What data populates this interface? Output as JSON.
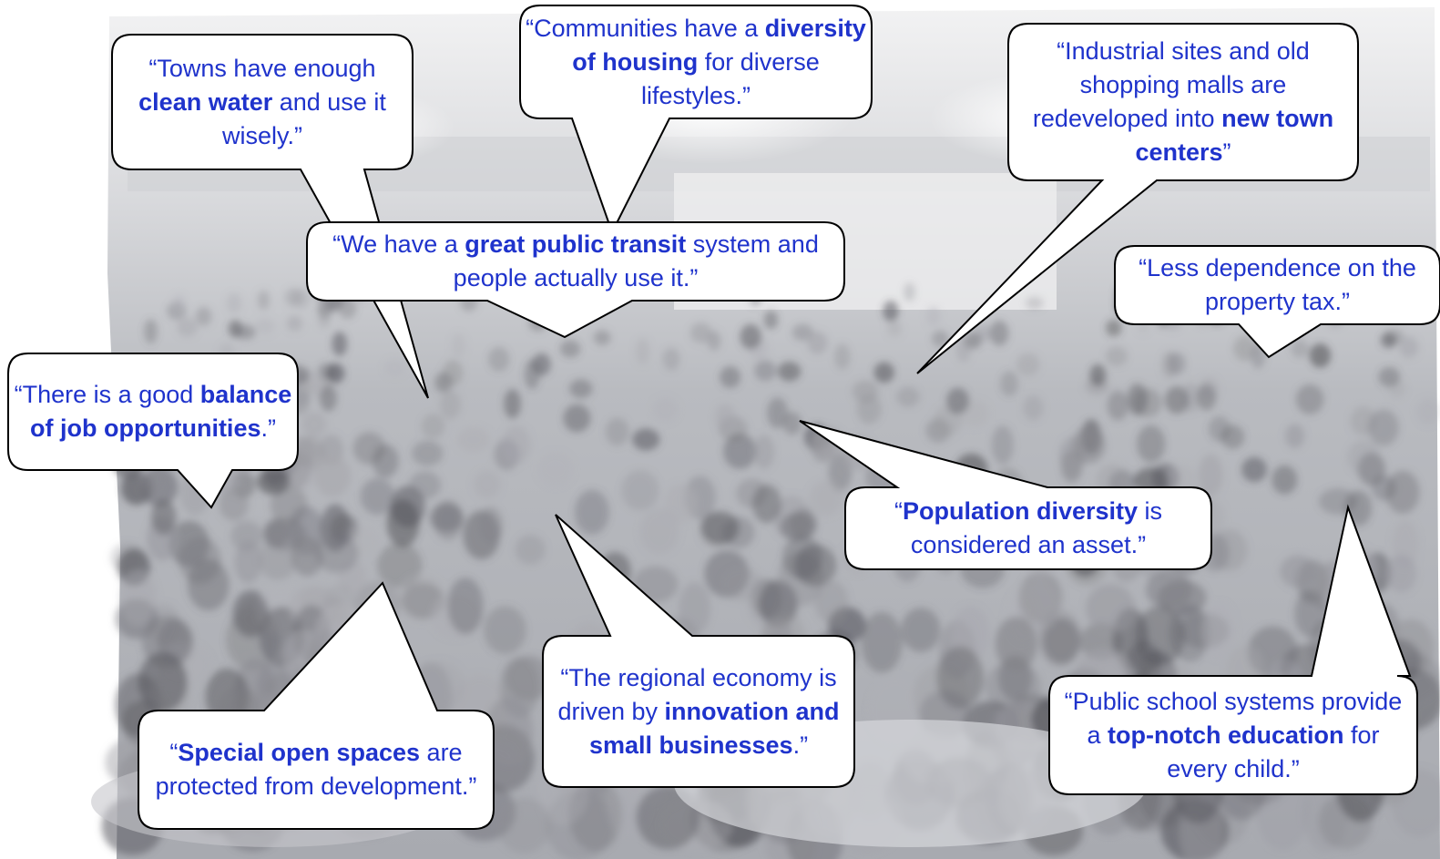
{
  "colors": {
    "text": "#1f33cc",
    "bubble_fill": "#ffffff",
    "bubble_stroke": "#000000",
    "photo_tint": "#c9cbd1"
  },
  "background": {
    "kind": "grayscale photograph of a crowded banquet hall meeting"
  },
  "quotes": [
    {
      "id": "clean-water",
      "runs": [
        {
          "text": "“Towns have enough ",
          "bold": false
        },
        {
          "text": "clean water",
          "bold": true
        },
        {
          "text": " and use it wisely.”",
          "bold": false
        }
      ]
    },
    {
      "id": "diversity-housing",
      "runs": [
        {
          "text": "“Communities have a ",
          "bold": false
        },
        {
          "text": "diversity of housing",
          "bold": true
        },
        {
          "text": " for diverse lifestyles.”",
          "bold": false
        }
      ]
    },
    {
      "id": "town-centers",
      "runs": [
        {
          "text": "“Industrial sites and old shopping malls are redeveloped into ",
          "bold": false
        },
        {
          "text": "new town centers",
          "bold": true
        },
        {
          "text": "”",
          "bold": false
        }
      ]
    },
    {
      "id": "public-transit",
      "runs": [
        {
          "text": "“We have a ",
          "bold": false
        },
        {
          "text": "great public transit",
          "bold": true
        },
        {
          "text": " system and people actually use it.”",
          "bold": false
        }
      ]
    },
    {
      "id": "property-tax",
      "runs": [
        {
          "text": "“Less dependence on the property tax.”",
          "bold": false
        }
      ]
    },
    {
      "id": "job-balance",
      "runs": [
        {
          "text": "“There is a good ",
          "bold": false
        },
        {
          "text": "balance of job opportunities",
          "bold": true
        },
        {
          "text": ".”",
          "bold": false
        }
      ]
    },
    {
      "id": "population-diversity",
      "runs": [
        {
          "text": "“",
          "bold": false
        },
        {
          "text": "Population diversity",
          "bold": true
        },
        {
          "text": " is considered an asset.”",
          "bold": false
        }
      ]
    },
    {
      "id": "regional-economy",
      "runs": [
        {
          "text": "“The regional economy is driven by ",
          "bold": false
        },
        {
          "text": "innovation and small businesses",
          "bold": true
        },
        {
          "text": ".”",
          "bold": false
        }
      ]
    },
    {
      "id": "open-spaces",
      "runs": [
        {
          "text": "“",
          "bold": false
        },
        {
          "text": "Special open spaces",
          "bold": true
        },
        {
          "text": " are protected from development.”",
          "bold": false
        }
      ]
    },
    {
      "id": "school-systems",
      "runs": [
        {
          "text": "“Public school systems provide a ",
          "bold": false
        },
        {
          "text": "top-notch education",
          "bold": true
        },
        {
          "text": " for every child.”",
          "bold": false
        }
      ]
    }
  ]
}
